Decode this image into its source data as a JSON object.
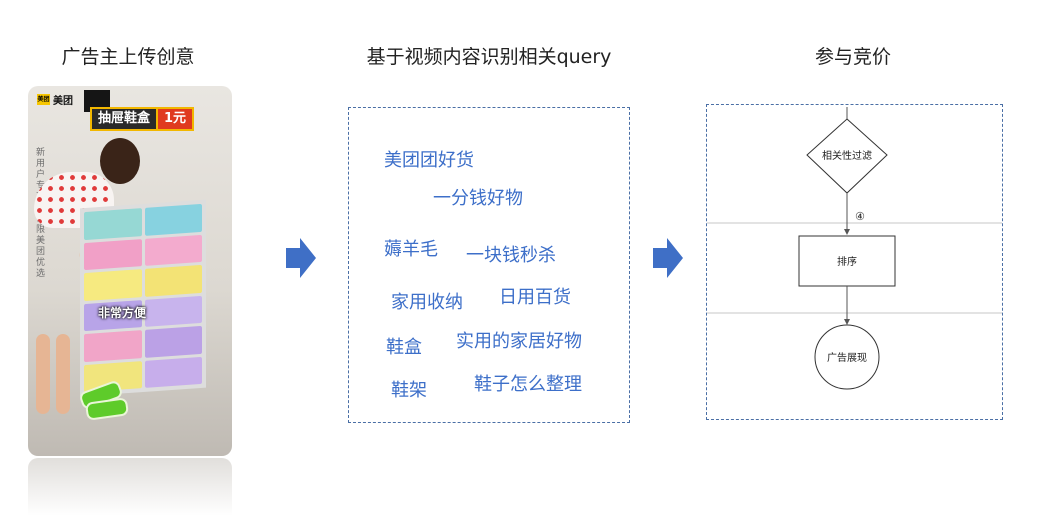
{
  "headings": {
    "upload": "广告主上传创意",
    "identify": "基于视频内容识别相关query",
    "bid": "参与竞价"
  },
  "creative": {
    "brand": "美团",
    "brand_logo_text": "美团",
    "banner_part1": "抽屉鞋盒",
    "banner_part2": "1元",
    "side_text": "新用户专享价仅限美团优选",
    "caption": "非常方便"
  },
  "queries": [
    "美团团好货",
    "一分钱好物",
    "薅羊毛",
    "一块钱秒杀",
    "家用收纳",
    "日用百货",
    "鞋盒",
    "实用的家居好物",
    "鞋架",
    "鞋子怎么整理"
  ],
  "flowchart": {
    "decision": "相关性过滤",
    "step_marker": "④",
    "process": "排序",
    "terminal": "广告展现"
  },
  "colors": {
    "arrow": "#3f6fc6",
    "keyword": "#3d6fc9",
    "dash_border": "#4a6fa5"
  }
}
